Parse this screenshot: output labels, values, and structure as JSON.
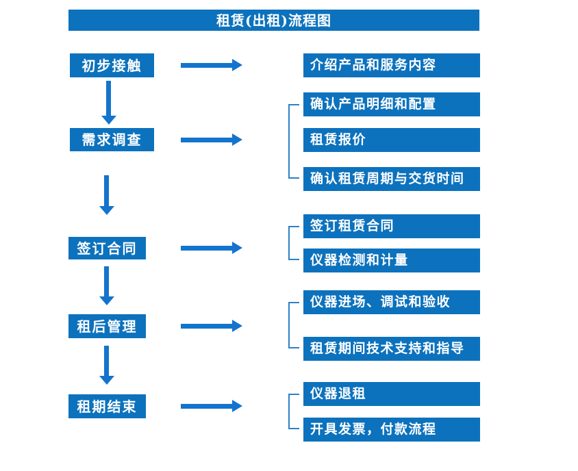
{
  "title": "租赁(出租)流程图",
  "colors": {
    "primary": "#0d72bd",
    "arrow": "#1374cd",
    "bracket": "#2e7fc6",
    "text_on_primary": "#ffffff",
    "background": "#ffffff"
  },
  "steps": [
    {
      "label": "初步接触",
      "details": [
        "介绍产品和服务内容"
      ]
    },
    {
      "label": "需求调查",
      "details": [
        "确认产品明细和配置",
        "租赁报价",
        "确认租赁周期与交货时间"
      ]
    },
    {
      "label": "签订合同",
      "details": [
        "签订租赁合同",
        "仪器检测和计量"
      ]
    },
    {
      "label": "租后管理",
      "details": [
        "仪器进场、调试和验收",
        "租赁期间技术支持和指导"
      ]
    },
    {
      "label": "租期结束",
      "details": [
        "仪器退租",
        "开具发票，付款流程"
      ]
    }
  ]
}
